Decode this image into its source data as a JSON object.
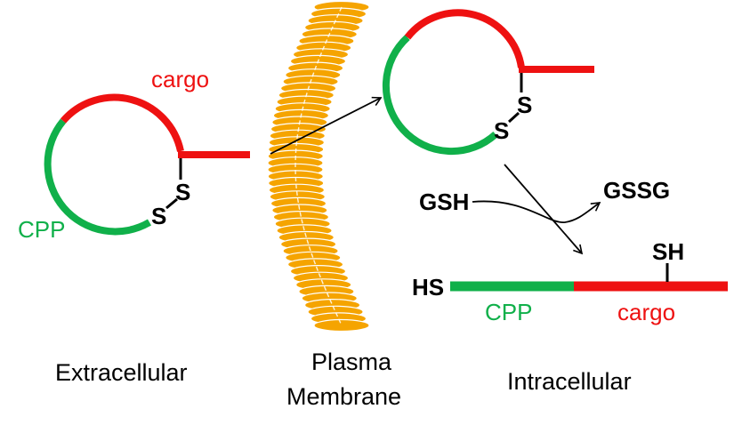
{
  "labels": {
    "cargo_left": "cargo",
    "cpp_left": "CPP",
    "s_upper_left": "S",
    "s_lower_left": "S",
    "s_upper_right": "S",
    "s_lower_right": "S",
    "gsh": "GSH",
    "gssg": "GSSG",
    "hs": "HS",
    "sh": "SH",
    "cpp_linear": "CPP",
    "cargo_linear": "cargo",
    "extracellular": "Extracellular",
    "plasma": "Plasma",
    "membrane": "Membrane",
    "intracellular": "Intracellular"
  },
  "colors": {
    "cargo": "#ee1111",
    "cpp": "#10b04a",
    "membrane": "#f5a400",
    "bond": "#000000",
    "text": "#000000"
  }
}
